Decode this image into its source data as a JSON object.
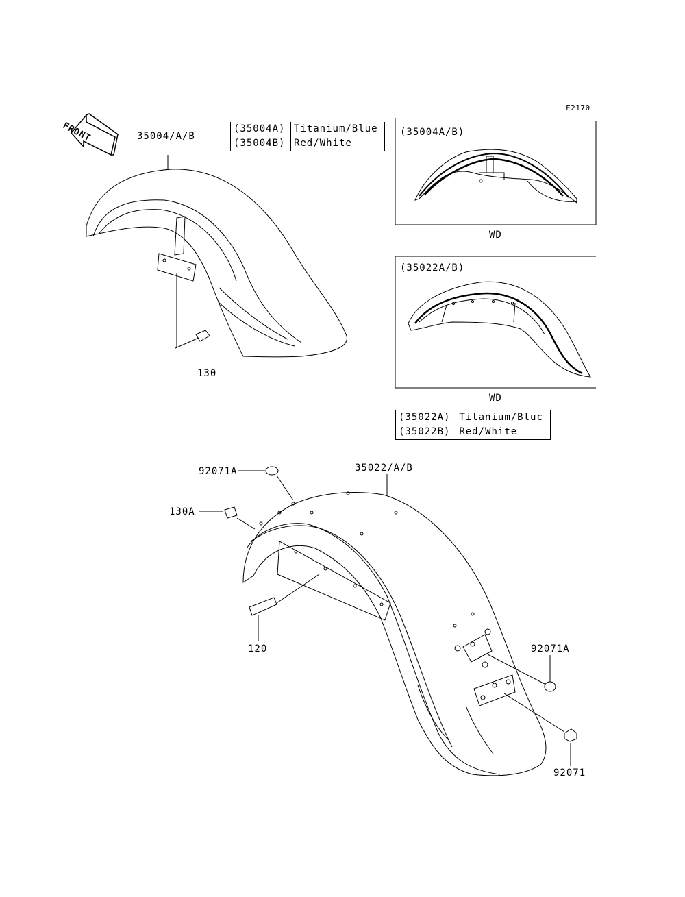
{
  "figure_code": "F2170",
  "front_label": "FRONT",
  "parts": {
    "front_fender": "35004/A/B",
    "rear_fender": "35022/A/B",
    "bolt_front": "130",
    "bolt_rear_a": "130A",
    "bolt_rear": "120",
    "washer_top": "92071A",
    "washer_right": "92071A",
    "nut": "92071"
  },
  "front_table": [
    {
      "code": "(35004A)",
      "color": "Titanium/Blue"
    },
    {
      "code": "(35004B)",
      "color": "Red/White"
    }
  ],
  "rear_table": [
    {
      "code": "(35022A)",
      "color": "Titanium/Bluc"
    },
    {
      "code": "(35022B)",
      "color": "Red/White"
    }
  ],
  "detail_front": {
    "title": "(35004A/B)",
    "caption": "WD"
  },
  "detail_rear": {
    "title": "(35022A/B)",
    "caption": "WD"
  }
}
